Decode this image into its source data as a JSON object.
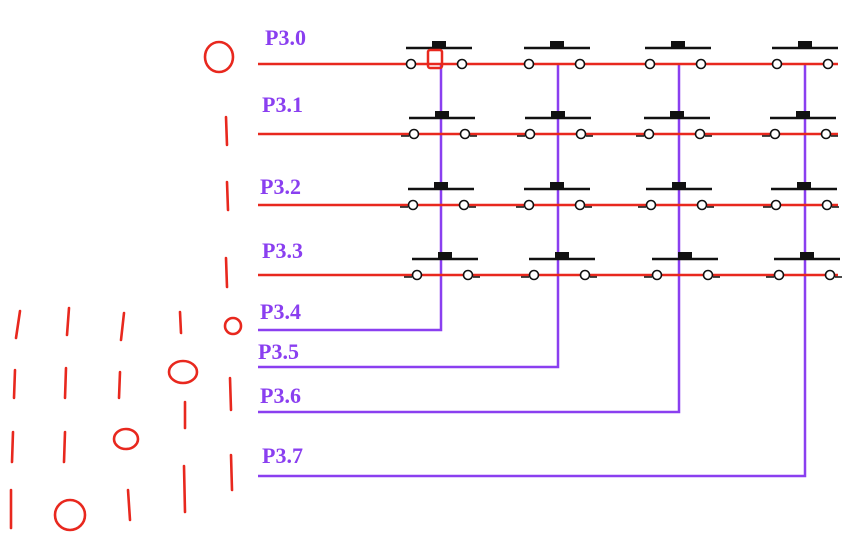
{
  "title": "",
  "colors": {
    "row_line": "#e8281e",
    "column_line": "#8a3ff0",
    "label": "#8a3ff0",
    "switch": "#111111",
    "annotation": "#e8281e"
  },
  "row_pins": [
    {
      "label": "P3.0",
      "id": "p3-0"
    },
    {
      "label": "P3.1",
      "id": "p3-1"
    },
    {
      "label": "P3.2",
      "id": "p3-2"
    },
    {
      "label": "P3.3",
      "id": "p3-3"
    }
  ],
  "column_pins": [
    {
      "label": "P3.4",
      "id": "p3-4"
    },
    {
      "label": "P3.5",
      "id": "p3-5"
    },
    {
      "label": "P3.6",
      "id": "p3-6"
    },
    {
      "label": "P3.7",
      "id": "p3-7"
    }
  ],
  "matrix": {
    "rows": 4,
    "columns": 4,
    "key_type": "push-button"
  },
  "annotations": {
    "type": "hand-drawn red dashes and circles"
  }
}
